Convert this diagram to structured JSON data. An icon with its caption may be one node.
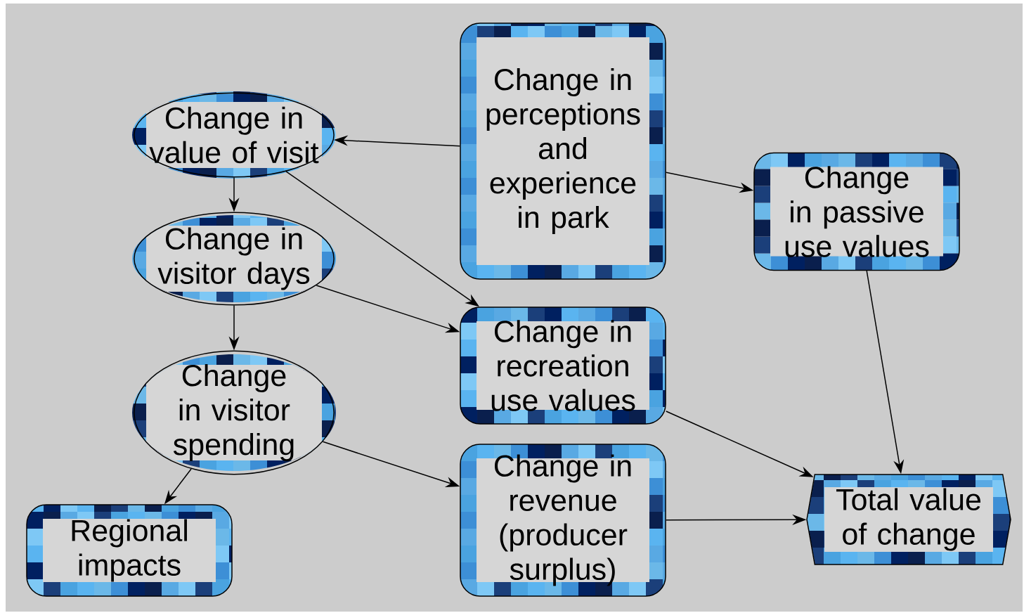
{
  "diagram": {
    "nodes": [
      {
        "text": [
          "Change in value of visit"
        ]
      },
      {
        "text": [
          "Change in visitor days"
        ]
      },
      {
        "text": [
          "Change in visitor spending"
        ]
      },
      {
        "text": [
          "Regional impacts"
        ]
      },
      {
        "text": [
          "Change in perceptions and experience in park"
        ]
      },
      {
        "text": [
          "Change in passive use values"
        ]
      },
      {
        "text": [
          "Change in recreation use values"
        ]
      },
      {
        "text": [
          "Change in revenue (producer surplus)"
        ]
      },
      {
        "text": [
          "Total value of change"
        ]
      }
    ],
    "edges": [
      {
        "from": 4,
        "to": 0,
        "arrow": "to"
      },
      {
        "from": 0,
        "to": 1,
        "arrow": "to"
      },
      {
        "from": 1,
        "to": 2,
        "arrow": "to"
      },
      {
        "from": 2,
        "to": 3,
        "arrow": "to"
      },
      {
        "from": 4,
        "to": 5,
        "arrow": "to"
      },
      {
        "from": 0,
        "to": 6,
        "arrow": "to"
      },
      {
        "from": 1,
        "to": 6,
        "arrow": "to"
      },
      {
        "from": 2,
        "to": 7,
        "arrow": "to"
      },
      {
        "from": 6,
        "to": 8,
        "arrow": "to"
      },
      {
        "from": 7,
        "to": 8,
        "arrow": "to"
      },
      {
        "from": 5,
        "to": 8,
        "arrow": "to"
      }
    ]
  }
}
